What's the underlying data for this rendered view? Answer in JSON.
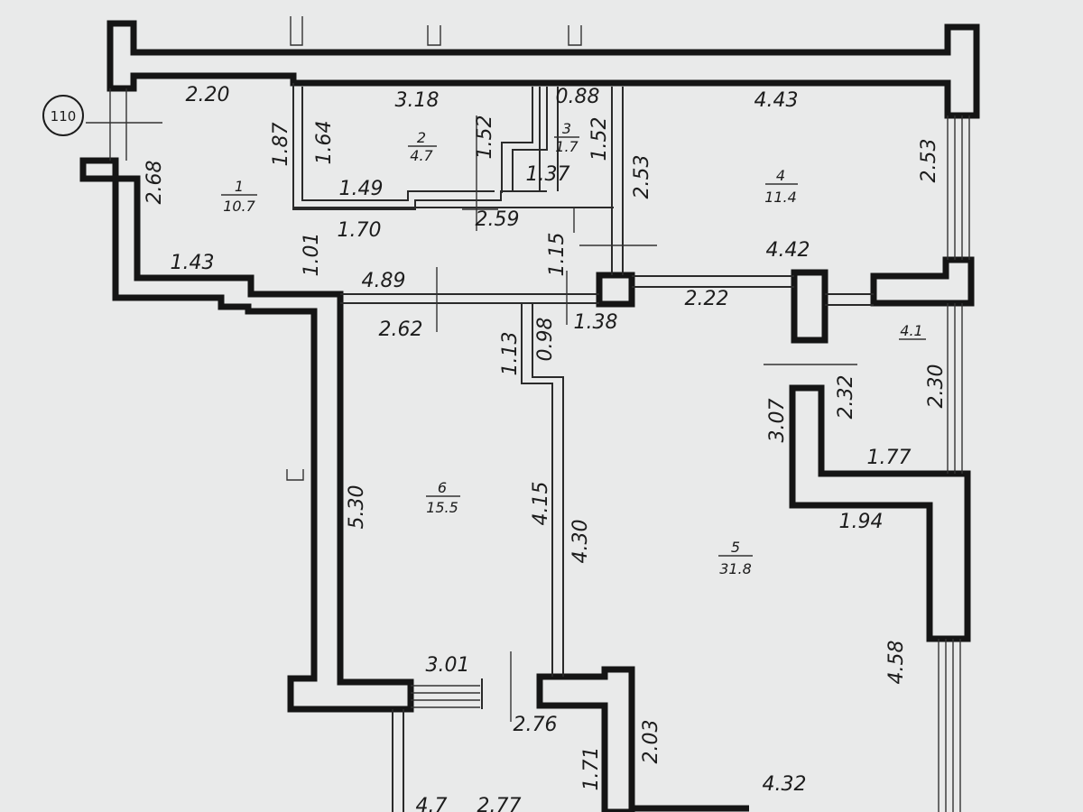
{
  "plan_marker": "110",
  "rooms": {
    "r1": {
      "number": "1",
      "area": "10.7"
    },
    "r2": {
      "number": "2",
      "area": "4.7"
    },
    "r3": {
      "number": "3",
      "area": "1.7"
    },
    "r4": {
      "number": "4",
      "area": "11.4"
    },
    "r4_1": {
      "label": "4.1"
    },
    "r5": {
      "number": "5",
      "area": "31.8"
    },
    "r6": {
      "number": "6",
      "area": "15.5"
    },
    "r7": {
      "area": "4.7"
    }
  },
  "dimensions": {
    "d_220": "2.20",
    "d_318": "3.18",
    "d_088": "0.88",
    "d_443": "4.43",
    "d_187": "1.87",
    "d_164": "1.64",
    "d_152a": "1.52",
    "d_152b": "1.52",
    "d_268": "2.68",
    "d_149": "1.49",
    "d_137": "1.37",
    "d_253a": "2.53",
    "d_253b": "2.53",
    "d_170": "1.70",
    "d_259": "2.59",
    "d_101": "1.01",
    "d_115": "1.15",
    "d_442": "4.42",
    "d_143": "1.43",
    "d_489": "4.89",
    "d_222": "2.22",
    "d_262": "2.62",
    "d_113": "1.13",
    "d_098": "0.98",
    "d_138": "1.38",
    "d_232": "2.32",
    "d_307": "3.07",
    "d_230": "2.30",
    "d_177": "1.77",
    "d_530": "5.30",
    "d_415": "4.15",
    "d_194": "1.94",
    "d_430": "4.30",
    "d_458": "4.58",
    "d_301": "3.01",
    "d_276": "2.76",
    "d_203": "2.03",
    "d_171": "1.71",
    "d_432": "4.32",
    "d_277": "2.77"
  }
}
